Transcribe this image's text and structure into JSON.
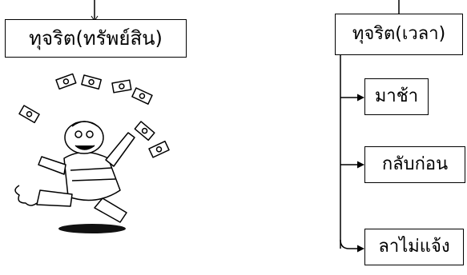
{
  "diagram": {
    "left_box": {
      "label": "ทุจริต(ทรัพย์สิน)"
    },
    "right_box": {
      "label": "ทุจริต(เวลา)",
      "children": [
        {
          "label": "มาช้า"
        },
        {
          "label": "กลับก่อน"
        },
        {
          "label": "ลาไม่แจ้ง"
        }
      ]
    }
  },
  "illustration": {
    "icon": "money-throwing-man-cartoon-icon",
    "colors": {
      "ink": "#000000",
      "paper": "#ffffff"
    }
  }
}
